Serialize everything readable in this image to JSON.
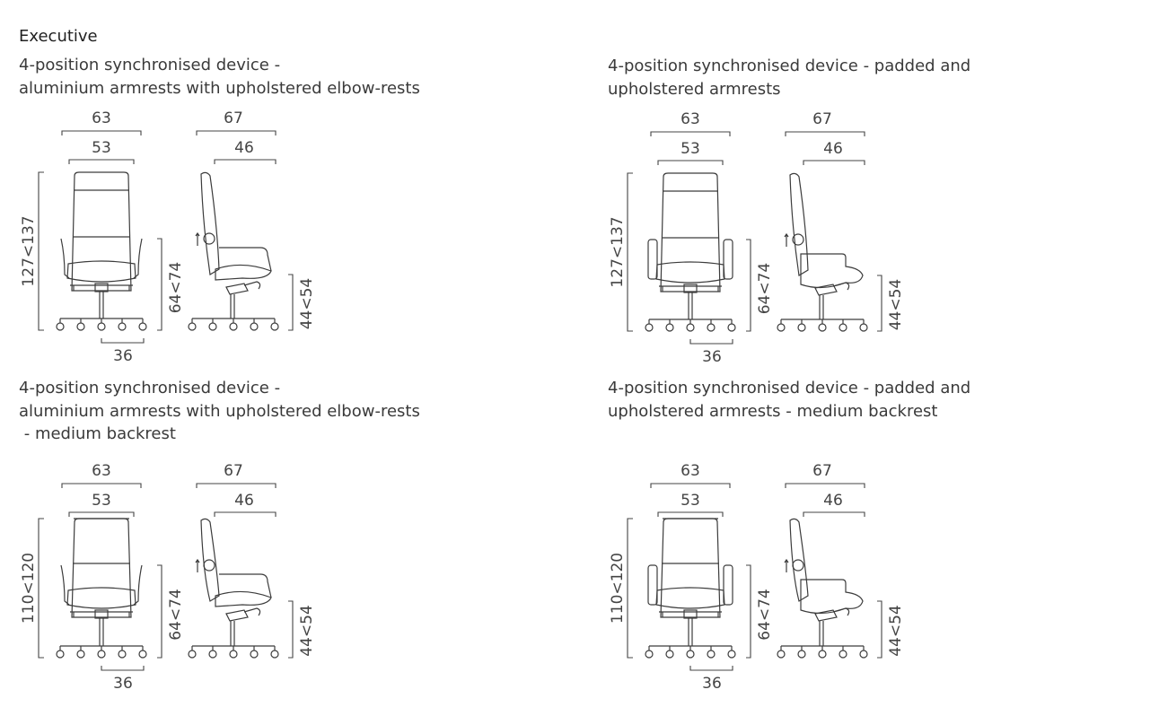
{
  "heading": "Executive",
  "variants": [
    {
      "caption": [
        "4-position synchronised device -",
        "aluminium armrests with upholstered elbow-rests"
      ],
      "dims": {
        "overall_width": "63",
        "seat_width": "53",
        "overall_depth": "67",
        "seat_depth": "46",
        "height": "127<137",
        "arm_height": "64<74",
        "seat_height": "44<54",
        "base": "36"
      },
      "backrest": "high",
      "armrest": "aluminium"
    },
    {
      "caption": [
        "4-position synchronised device - padded and",
        "upholstered armrests"
      ],
      "dims": {
        "overall_width": "63",
        "seat_width": "53",
        "overall_depth": "67",
        "seat_depth": "46",
        "height": "127<137",
        "arm_height": "64<74",
        "seat_height": "44<54",
        "base": "36"
      },
      "backrest": "high",
      "armrest": "padded"
    },
    {
      "caption": [
        "4-position synchronised device -",
        "aluminium armrests with upholstered elbow-rests",
        " - medium backrest"
      ],
      "dims": {
        "overall_width": "63",
        "seat_width": "53",
        "overall_depth": "67",
        "seat_depth": "46",
        "height": "110<120",
        "arm_height": "64<74",
        "seat_height": "44<54",
        "base": "36"
      },
      "backrest": "medium",
      "armrest": "aluminium"
    },
    {
      "caption": [
        "4-position synchronised device - padded and",
        "upholstered armrests - medium backrest"
      ],
      "dims": {
        "overall_width": "63",
        "seat_width": "53",
        "overall_depth": "67",
        "seat_depth": "46",
        "height": "110<120",
        "arm_height": "64<74",
        "seat_height": "44<54",
        "base": "36"
      },
      "backrest": "medium",
      "armrest": "padded"
    }
  ]
}
